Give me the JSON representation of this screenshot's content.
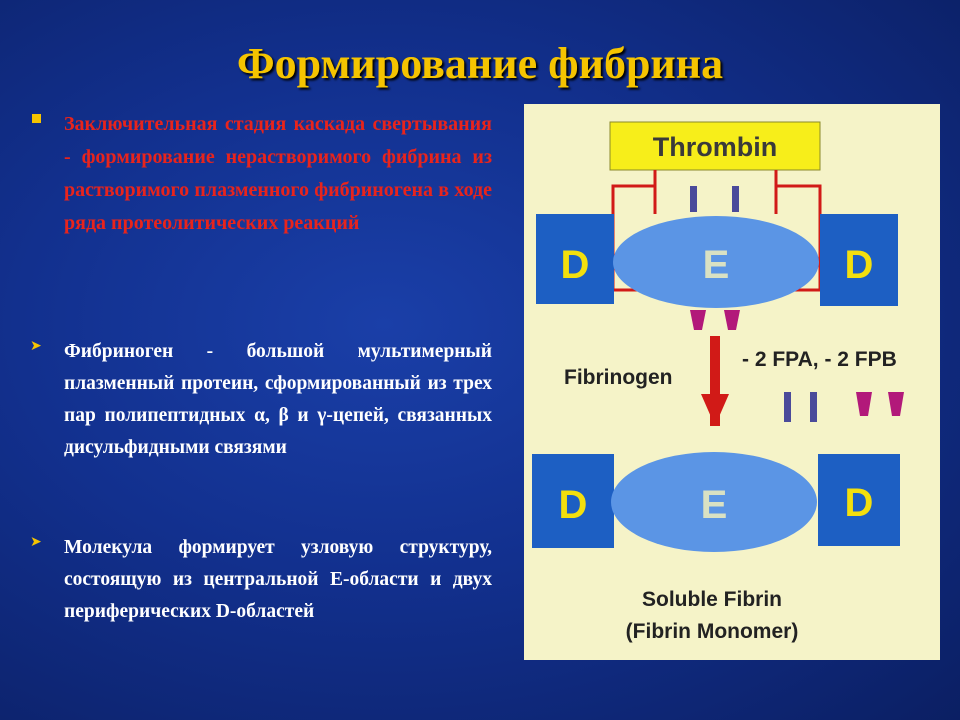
{
  "slide": {
    "title": "Формирование фибрина"
  },
  "bullets": [
    {
      "text": "Заключительная стадия каскада свертывания - формирование нерастворимого фибрина из растворимого плазменного фибриногена в ходе ряда протеолитических реакций"
    },
    {
      "text": "Фибриноген - большой мультимерный плазменный протеин, сформированный из трех пар полипептидных α, β и γ-цепей, связанных дисульфидными связями"
    },
    {
      "text": "Молекула формирует узловую структуру, состоящую из центральной Е-области и двух периферических D-областей"
    }
  ],
  "diagram": {
    "thrombin": "Thrombin",
    "top_left_d": "D",
    "top_center_e": "E",
    "top_right_d": "D",
    "reaction_label": "- 2 FPA, - 2 FPB",
    "fibrinogen_label": "Fibrinogen",
    "bottom_left_d": "D",
    "bottom_center_e": "E",
    "bottom_right_d": "D",
    "product_line1": "Soluble Fibrin",
    "product_line2": "(Fibrin Monomer)",
    "colors": {
      "thrombin_box": "#f7ee1a",
      "d_box": "#1d5fc3",
      "d_letter": "#f3df0d",
      "e_ellipse": "#5b95e5",
      "e_letter": "#d9e1c3",
      "arrow": "#d11a17",
      "fpa": "#4a4a9a",
      "fpb": "#b2197a"
    }
  }
}
